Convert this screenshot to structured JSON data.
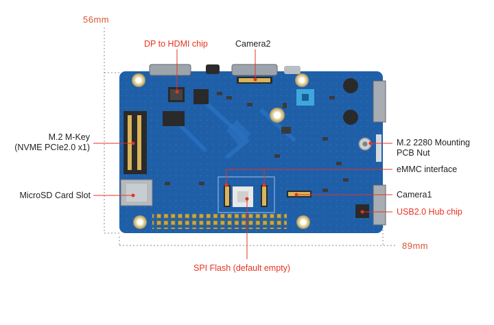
{
  "dimensions": {
    "width_label": "56mm",
    "length_label": "89mm",
    "color": "#d9552f"
  },
  "callouts": {
    "dp_hdmi_chip": "DP to HDMI chip",
    "camera2": "Camera2",
    "m2_mkey_line1": "M.2 M-Key",
    "m2_mkey_line2": "(NVME PCIe2.0 x1)",
    "microsd_slot": "MicroSD Card Slot",
    "m2_nut_line1": "M.2 2280 Mounting",
    "m2_nut_line2": "PCB Nut",
    "emmc_interface": "eMMC interface",
    "camera1": "Camera1",
    "usb_hub_chip": "USB2.0 Hub chip",
    "spi_flash": "SPI Flash (default empty)"
  },
  "colors": {
    "highlight": "#e8321f",
    "label": "#222222",
    "pcb": "#1f5fa8"
  }
}
